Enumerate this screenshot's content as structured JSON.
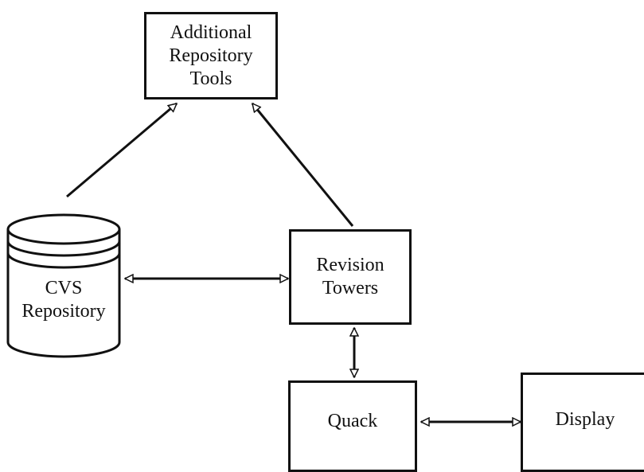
{
  "nodes": {
    "tools": {
      "lines": [
        "Additional",
        "Repository",
        "Tools"
      ]
    },
    "cvs": {
      "lines": [
        "CVS",
        "Repository"
      ]
    },
    "revision": {
      "lines": [
        "Revision",
        "Towers"
      ]
    },
    "quack": {
      "lines": [
        "Quack"
      ]
    },
    "display": {
      "lines": [
        "Display"
      ]
    }
  }
}
